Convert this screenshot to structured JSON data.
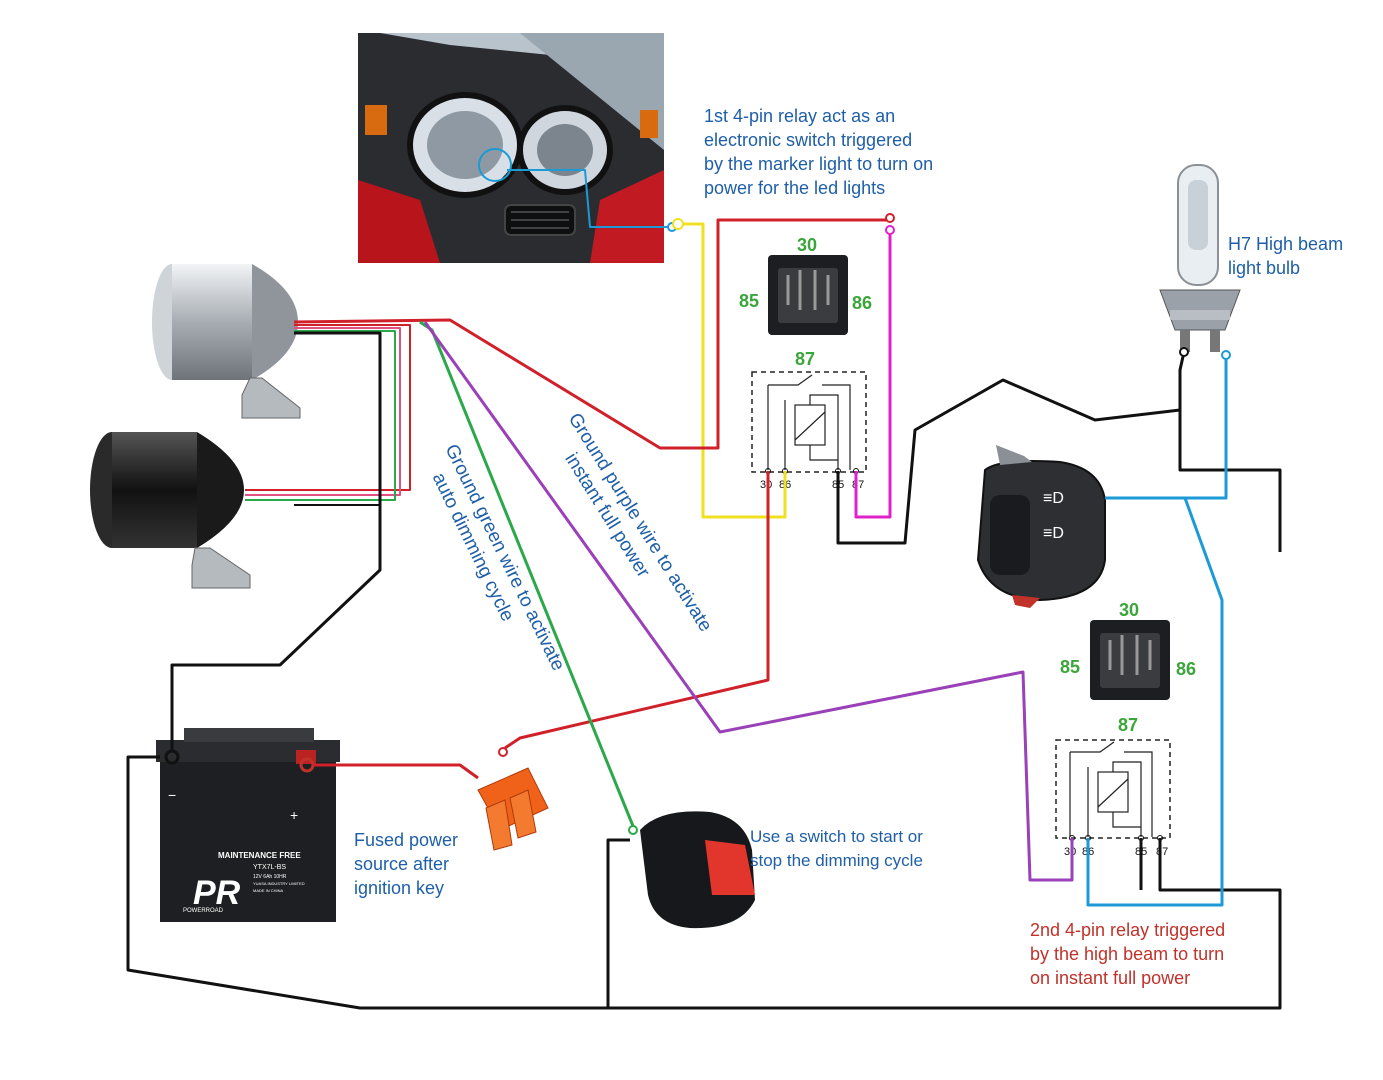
{
  "notes": {
    "relay1_desc": "1st  4-pin relay act as an\nelectronic switch triggered\nby the marker light to turn on\npower for the led lights",
    "h7_desc": "H7 High beam\nlight bulb",
    "fuse_desc": "Fused power\nsource after\nignition key",
    "switch_desc": "Use a switch to start or\nstop the dimming cycle",
    "relay2_desc": "2nd 4-pin relay triggered\nby the high beam to turn\non instant full power",
    "green_wire_line1": "Ground green wire to activate",
    "green_wire_line2": "auto dimming cycle",
    "purple_wire_line1": "Ground purple wire to activate",
    "purple_wire_line2": "instant full power"
  },
  "relay1": {
    "pin_top": "30",
    "pin_left": "85",
    "pin_right": "86",
    "pin_bottom": "87",
    "pins": [
      "30",
      "86",
      "85",
      "87"
    ]
  },
  "relay2": {
    "pin_top": "30",
    "pin_left": "85",
    "pin_right": "86",
    "pin_bottom": "87",
    "pins": [
      "30",
      "86",
      "85",
      "87"
    ]
  },
  "battery": {
    "label": "MAINTENANCE FREE",
    "model": "YTX7L-BS",
    "spec": "12V 6Ah 10HR",
    "brand": "POWERROAD",
    "logo": "PR",
    "industry": "YUASA INDUSTRY LIMITED",
    "made": "MADE IN CHINA"
  },
  "colors": {
    "red": "#d0202a",
    "yellow": "#f0e020",
    "magenta": "#e020c8",
    "green": "#2aa84a",
    "purple": "#9a40b8",
    "blue": "#1b9ad6",
    "black": "#111111"
  }
}
